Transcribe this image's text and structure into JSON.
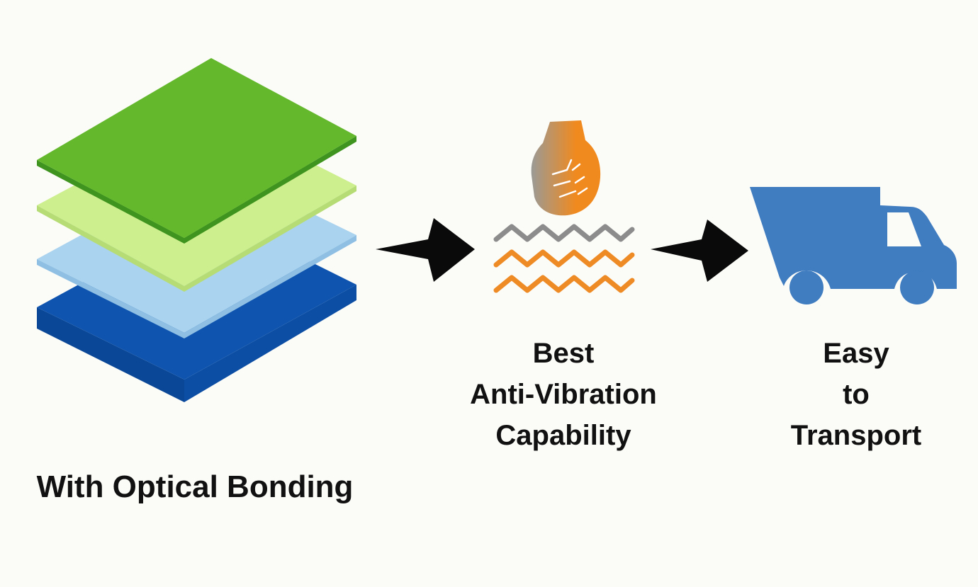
{
  "colors": {
    "background": "#fbfbf8",
    "layer_green_top": "#63b82c",
    "layer_green_light": "#cdef8e",
    "layer_blue_light": "#a9d3ee",
    "layer_blue_dark": "#0f55b0",
    "arrow": "#0a0a0a",
    "vibration_gray": "#8c8c8c",
    "vibration_orange": "#ee8b25",
    "hand_orange": "#f18a1e",
    "hand_gray": "#9a9a96",
    "truck_blue": "#3f7cc0",
    "text": "#111111"
  },
  "icons": {
    "layers": "stacked-layers-icon",
    "arrow": "arrow-right-icon",
    "hand": "hand-fist-icon",
    "vibration": "vibration-waves-icon",
    "truck": "truck-icon"
  },
  "labels": {
    "bonding": "With Optical Bonding",
    "vibration": [
      "Best",
      "Anti-Vibration",
      "Capability"
    ],
    "transport": [
      "Easy",
      "to",
      "Transport"
    ]
  }
}
